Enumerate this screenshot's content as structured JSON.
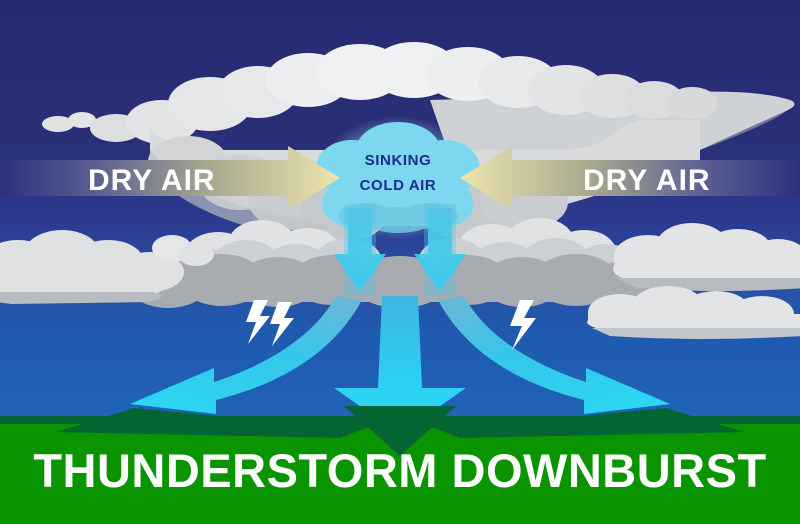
{
  "diagram": {
    "title": "THUNDERSTORM DOWNBURST",
    "labels": {
      "dry_air_left": "DRY AIR",
      "dry_air_right": "DRY AIR",
      "sinking_cold_air_line1": "SINKING",
      "sinking_cold_air_line2": "COLD AIR"
    },
    "colors": {
      "sky_top": "#262a71",
      "sky_mid": "#2b3a8f",
      "sky_low": "#1f5bb0",
      "ground_green": "#0a9400",
      "ground_shadow": "#046532",
      "cloud_light": "#e2e4e6",
      "cloud_mid": "#cfd2d5",
      "cloud_dark": "#a8abaf",
      "cold_air": "#7dd8ef",
      "arrow_cyan": "#2ecdf0",
      "arrow_cyan_deep": "#27bfe6",
      "dry_air_arrow": "#ece5ad",
      "label_navy": "#1f2a8e",
      "lightning": "#ffffff",
      "title_white": "#ffffff"
    }
  }
}
